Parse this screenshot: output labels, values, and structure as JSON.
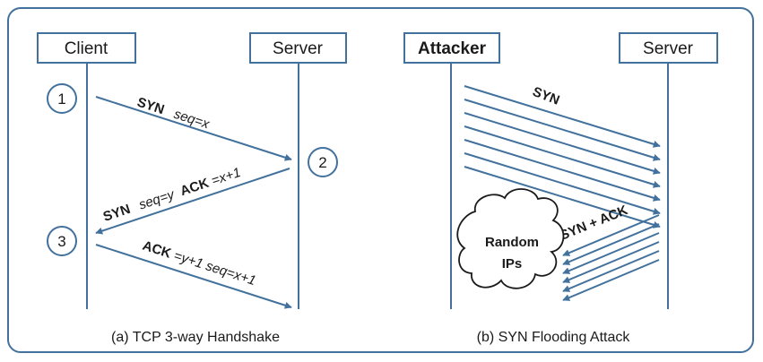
{
  "colors": {
    "frame": "#41719c",
    "line": "#41719c",
    "box_fill": "#ffffff",
    "text": "#1a1a1a"
  },
  "left": {
    "client_label": "Client",
    "server_label": "Server",
    "step_1": "1",
    "step_2": "2",
    "step_3": "3",
    "msg1": {
      "bold": "SYN",
      "rest": "seq=x"
    },
    "msg2": {
      "bold1": "SYN",
      "rest1": "seq=y",
      "bold2": "ACK",
      "rest2": "=x+1"
    },
    "msg3": {
      "bold": "ACK",
      "rest": "=y+1 seq=x+1"
    },
    "caption": "(a) TCP 3-way Handshake"
  },
  "right": {
    "attacker_label": "Attacker",
    "server_label": "Server",
    "syn_label": "SYN",
    "synack_label": "SYN + ACK",
    "cloud_line1": "Random",
    "cloud_line2": "IPs",
    "caption": "(b) SYN Flooding Attack",
    "syn_arrow_count": 7,
    "synack_arrow_count": 6
  }
}
